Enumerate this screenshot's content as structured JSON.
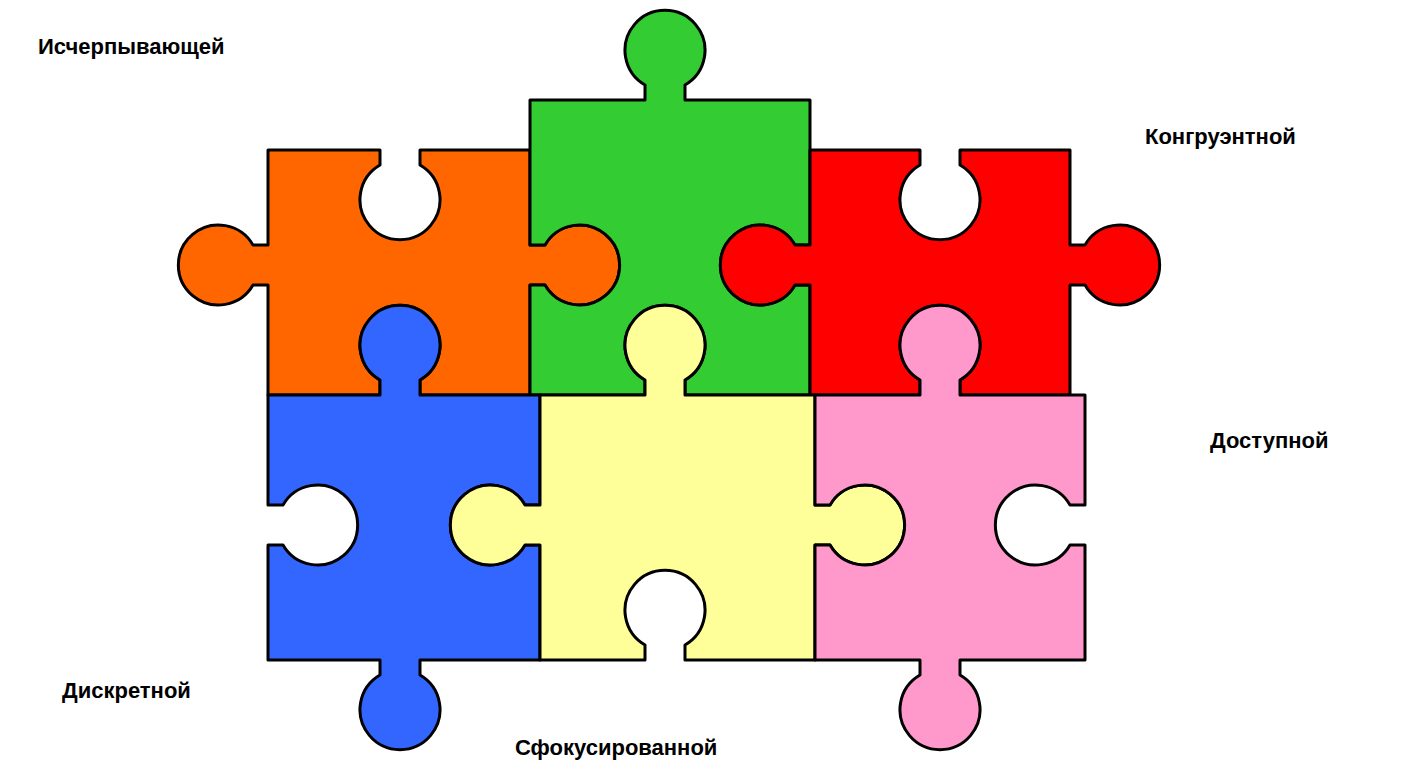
{
  "diagram": {
    "labels": [
      "Исчерпывающей",
      "Конгруэнтной",
      "Доступной",
      "Дискретной",
      "Сфокусированной"
    ]
  }
}
